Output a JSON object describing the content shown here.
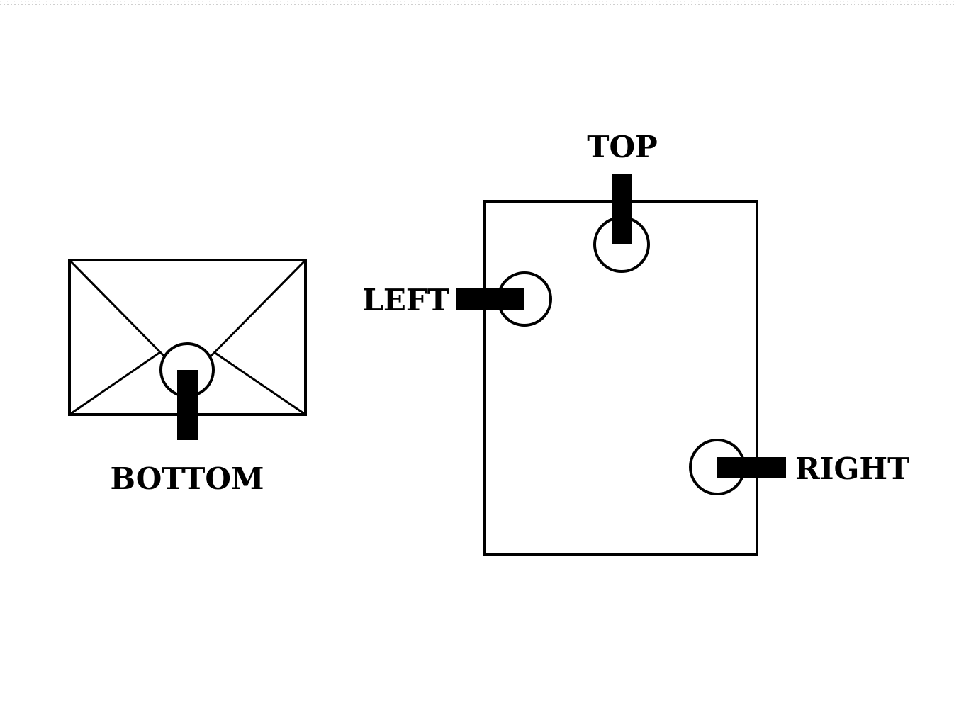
{
  "diagram": {
    "labels": {
      "bottom": "BOTTOM",
      "left": "LEFT",
      "top": "TOP",
      "right": "RIGHT"
    },
    "colors": {
      "stroke": "#000000",
      "background": "#ffffff"
    }
  }
}
